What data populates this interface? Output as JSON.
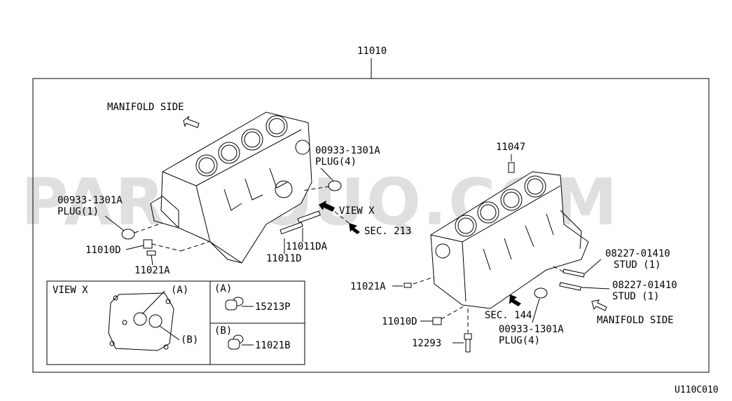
{
  "watermark": "PARTSOUQ.COM",
  "assembly_ref": "11010",
  "figure_code": "U110C010",
  "left_block": {
    "manifold_side": "MANIFOLD SIDE",
    "plug_top_code": "00933-1301A",
    "plug_top_desc": "PLUG(4)",
    "plug_left_code": "00933-1301A",
    "plug_left_desc": "PLUG(1)",
    "view_x": "VIEW X",
    "sec_213": "SEC. 213",
    "p_11010D": "11010D",
    "p_11021A": "11021A",
    "p_11011DA": "11011DA",
    "p_11011D": "11011D"
  },
  "view_x_inset": {
    "title": "VIEW X",
    "callout_a": "(A)",
    "callout_b": "(B)",
    "a_header": "(A)",
    "a_part": "15213P",
    "b_header": "(B)",
    "b_part": "11021B"
  },
  "right_block": {
    "p_11047": "11047",
    "stud1_code": "08227-01410",
    "stud1_desc": "STUD (1)",
    "stud2_code": "08227-01410",
    "stud2_desc": "STUD (1)",
    "manifold_side": "MANIFOLD SIDE",
    "p_11021A": "11021A",
    "sec_144": "SEC. 144",
    "plug_code": "00933-1301A",
    "plug_desc": "PLUG(4)",
    "p_11010D": "11010D",
    "p_12293": "12293"
  }
}
